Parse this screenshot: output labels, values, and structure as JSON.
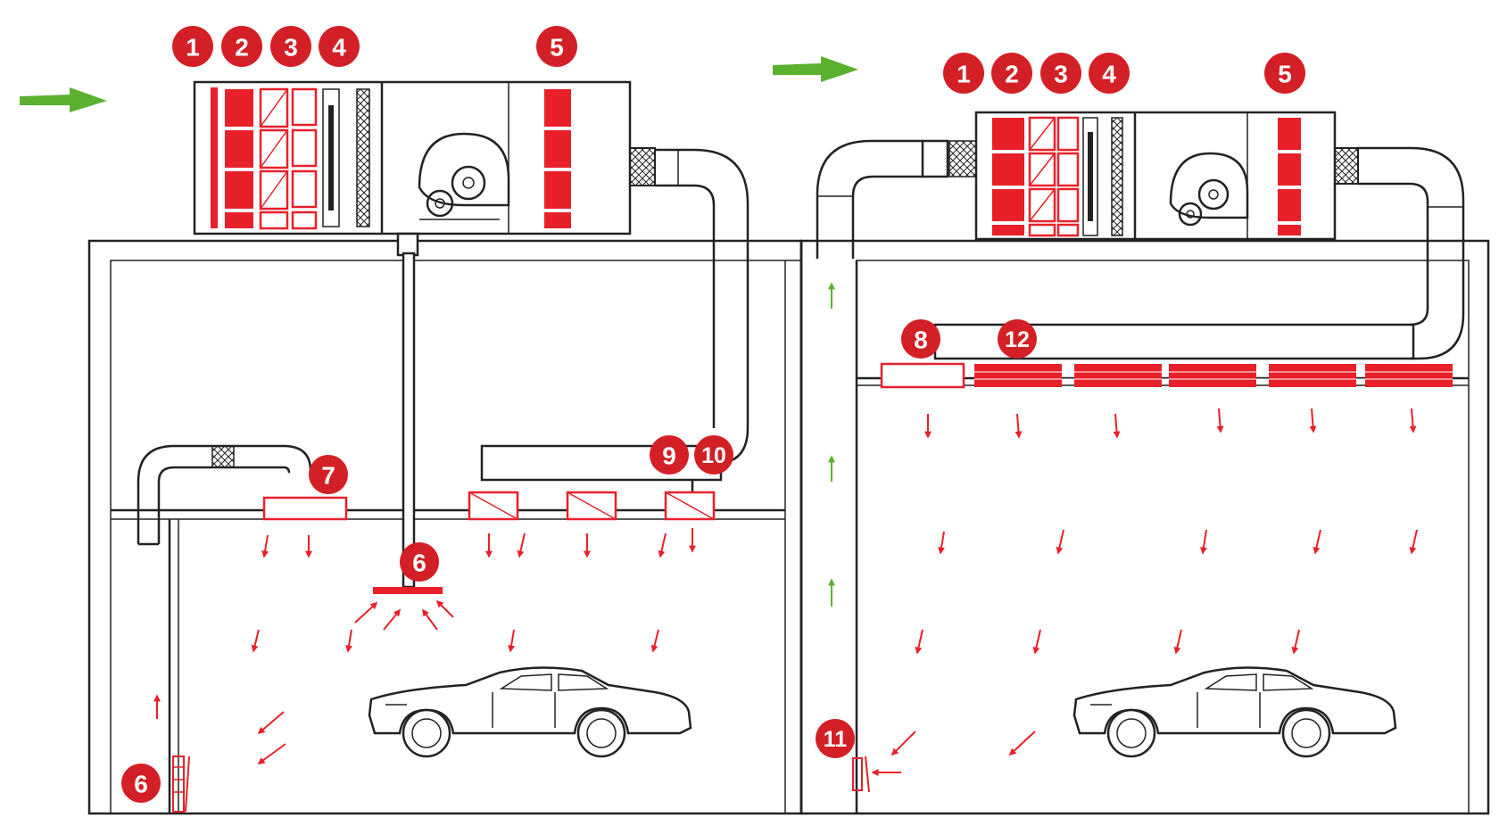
{
  "colors": {
    "accent_red": "#e8202a",
    "badge_red": "#d31f26",
    "flow_green": "#5bb030",
    "line": "#222222"
  },
  "labels": {
    "left_unit": {
      "b1": "1",
      "b2": "2",
      "b3": "3",
      "b4": "4",
      "b5": "5"
    },
    "left_room": {
      "b6_top": "6",
      "b7": "7",
      "b9": "9",
      "b10": "10",
      "b6_bottom": "6"
    },
    "right_unit": {
      "b1": "1",
      "b2": "2",
      "b3": "3",
      "b4": "4",
      "b5": "5"
    },
    "right_room": {
      "b8": "8",
      "b12": "12",
      "b11": "11"
    }
  },
  "icons": {
    "fan": "blower-fan-icon",
    "car": "car-icon",
    "airflow_in": "airflow-arrow-icon"
  }
}
